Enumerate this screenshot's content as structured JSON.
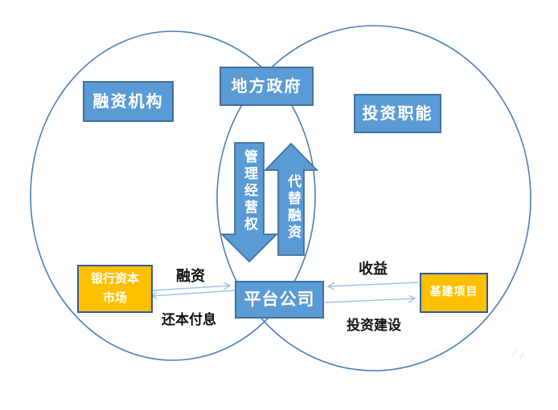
{
  "diagram": {
    "boxes": {
      "financing_institution": "融资机构",
      "local_government": "地方政府",
      "investment_function": "投资职能",
      "platform_company": "平台公司",
      "bank_capital_line1": "银行资本",
      "bank_capital_line2": "市场",
      "infrastructure_project": "基建项目"
    },
    "block_arrows": {
      "management_rights_down": "管理经营权",
      "replace_financing_up": "代替融资"
    },
    "edge_labels": {
      "financing": "融资",
      "repay_principal_interest": "还本付息",
      "revenue": "收益",
      "investment_construction": "投资建设"
    }
  },
  "colors": {
    "box-blue": "#5B9BD5",
    "box-blue-border": "#41719C",
    "orange": "#FFC000",
    "orange-border": "#2F5B9D",
    "circle-stroke": "#4A7EBB",
    "thin-arrow": "#9DC3E6",
    "label-text": "#111111",
    "box-text": "#FFFFFF"
  }
}
